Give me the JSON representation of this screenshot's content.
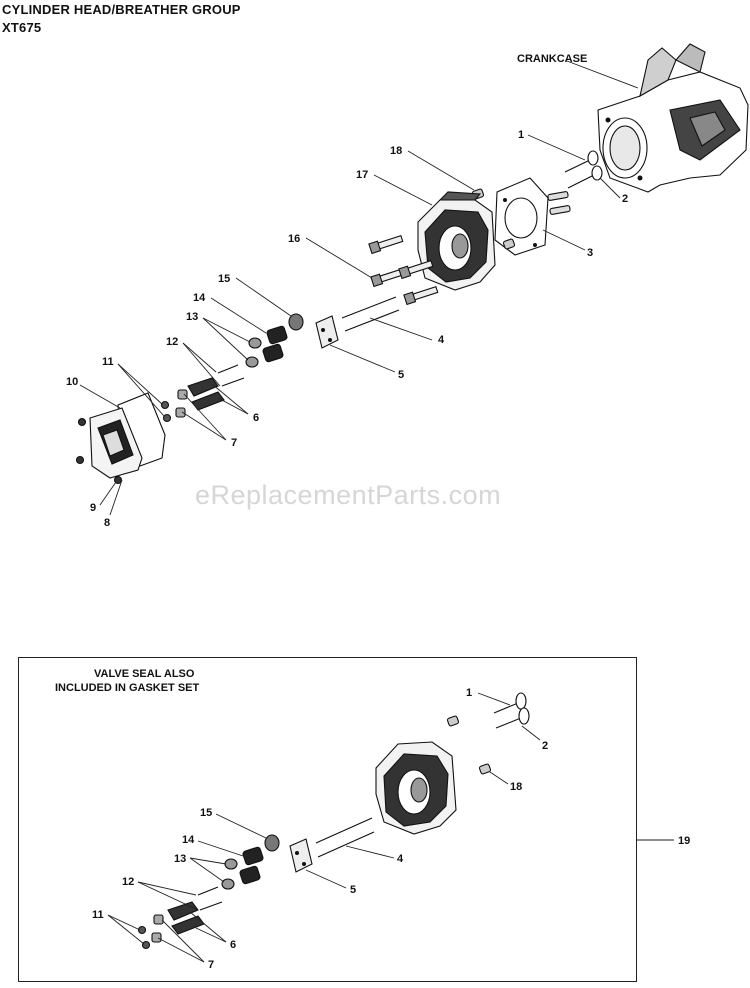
{
  "header": {
    "title": "CYLINDER HEAD/BREATHER GROUP",
    "model": "XT675"
  },
  "watermark": "eReplacementParts.com",
  "labels": {
    "crankcase": "CRANKCASE"
  },
  "inset": {
    "note_line1": "VALVE SEAL ALSO",
    "note_line2": "INCLUDED IN GASKET SET",
    "kit_number": "19"
  },
  "callouts_top": [
    "1",
    "2",
    "3",
    "4",
    "5",
    "6",
    "7",
    "8",
    "9",
    "10",
    "11",
    "12",
    "13",
    "14",
    "15",
    "16",
    "17",
    "18"
  ],
  "callouts_inset": [
    "1",
    "2",
    "18",
    "15",
    "14",
    "13",
    "12",
    "4",
    "5",
    "11",
    "6",
    "7"
  ]
}
